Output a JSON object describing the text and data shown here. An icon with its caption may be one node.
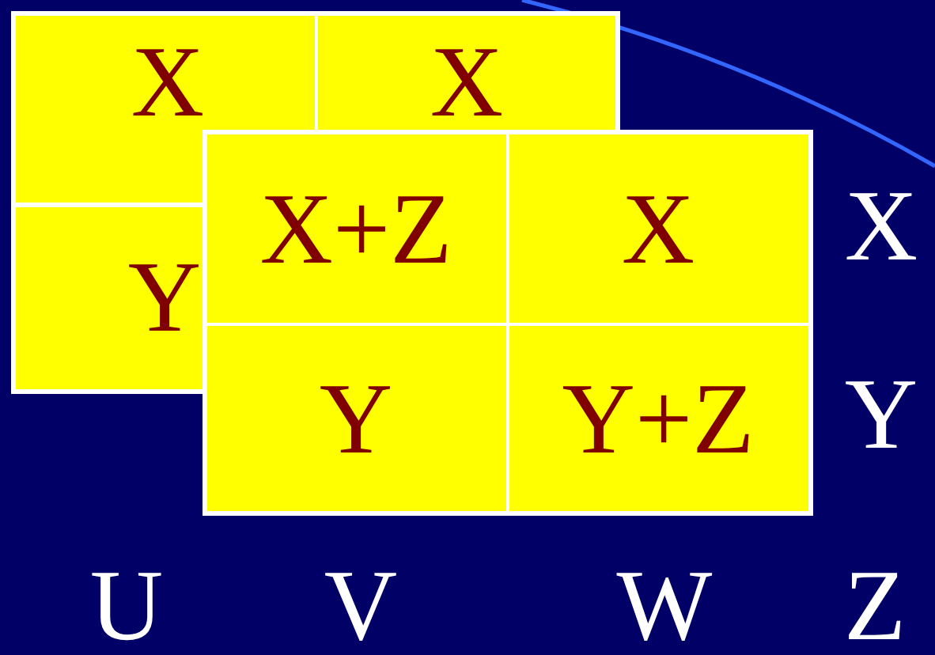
{
  "diagram": {
    "nodes": [
      {
        "text": [
          "X"
        ]
      },
      {
        "text": [
          "X"
        ]
      },
      {
        "text": [
          "Y"
        ]
      },
      {
        "text": [],
        "shape": "box"
      },
      {
        "text": [
          "X+Z"
        ],
        "in": 3
      },
      {
        "text": [
          "X"
        ],
        "in": 3
      },
      {
        "text": [
          "Y"
        ],
        "in": 3
      },
      {
        "text": [
          "Y+Z"
        ],
        "in": 3
      }
    ],
    "edges": [],
    "labels": [
      "X",
      "Y",
      "U",
      "V",
      "W",
      "Z"
    ]
  }
}
